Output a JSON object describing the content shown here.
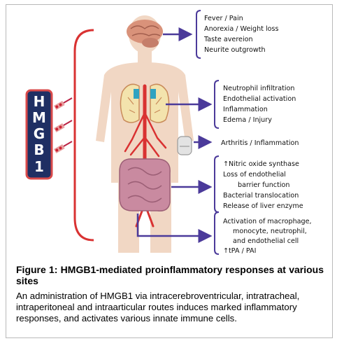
{
  "figure": {
    "protein_letters": [
      "H",
      "M",
      "G",
      "B",
      "1"
    ],
    "outcomes": {
      "brain": [
        "Fever / Pain",
        "Anorexia / Weight loss",
        "Taste avereion",
        "Neurite outgrowth"
      ],
      "lung": [
        "Neutrophil infiltration",
        "Endothelial activation",
        "Inflammation",
        "Edema / Injury"
      ],
      "joint": [
        "Arthritis / Inflammation"
      ],
      "gut": [
        "↑Nitric oxide synthase",
        "Loss of endothelial",
        "barrier function",
        "Bacterial translocation",
        "Release of liver enzyme"
      ],
      "immune": [
        "Activation of macrophage,",
        "monocyte, neutrophil,",
        "and endothelial cell",
        "↑tPA / PAI"
      ]
    },
    "colors": {
      "badge_fill": "#1f2f63",
      "badge_border": "#d94a4a",
      "accent_red": "#d93232",
      "arrow_purple": "#4b3a9a",
      "skin": "#f1d7c4"
    }
  },
  "caption": {
    "title": "Figure 1: HMGB1-mediated proinflammatory responses at various sites",
    "body": "An administration of HMGB1 via intracerebroventricular, intratracheal, intraperitoneal and intraarticular routes induces marked inflammatory responses, and activates various innate immune cells."
  }
}
